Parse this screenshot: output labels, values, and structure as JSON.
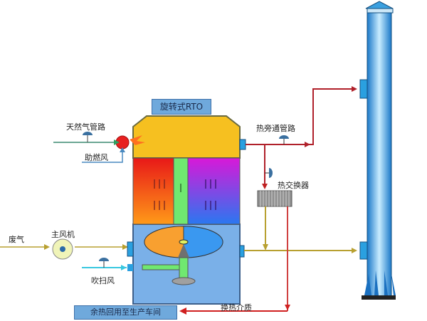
{
  "title": "旋转式RTO",
  "labels": {
    "natural_gas_pipe": "天然气管路",
    "combustion_air": "助燃风",
    "hot_bypass_pipe": "热旁通管路",
    "heat_exchanger": "热交换器",
    "waste_gas": "废气",
    "main_fan": "主风机",
    "purge_air": "吹扫风",
    "heat_medium": "换热介质",
    "waste_heat_reuse": "余热回用至生产车间"
  },
  "colors": {
    "hot_pipe": "#b0202a",
    "warm_pipe": "#b8a030",
    "gas_pipe": "#3a8a70",
    "air_pipe": "#4a8ac0",
    "purge_pipe": "#38c8e0",
    "stack": "#3aa0e0",
    "housing": "#7ab0e8",
    "combustion_chamber": "#f6c020",
    "hot_zone": "#f04010",
    "cold_zone": "#c020e0",
    "center_duct": "#70e870",
    "burner": "#e82020"
  }
}
